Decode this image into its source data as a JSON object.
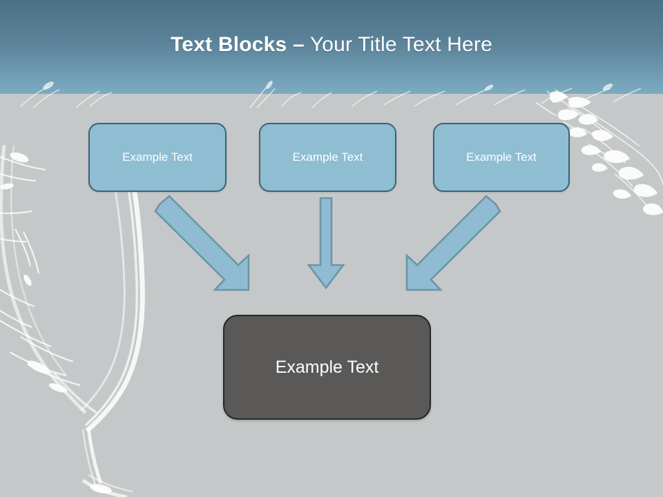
{
  "slide": {
    "title_bold": "Text Blocks –",
    "title_light": " Your Title Text Here",
    "background_color": "#c5c8c9",
    "header_gradient_top": "#4a7186",
    "header_gradient_bottom": "#7dabc0"
  },
  "top_boxes": [
    {
      "label": "Example Text",
      "fill": "#8fbdd2",
      "border": "#3b6278",
      "text_color": "#ffffff"
    },
    {
      "label": "Example Text",
      "fill": "#8fbdd2",
      "border": "#3b6278",
      "text_color": "#ffffff"
    },
    {
      "label": "Example Text",
      "fill": "#8fbdd2",
      "border": "#3b6278",
      "text_color": "#ffffff"
    }
  ],
  "arrows": [
    {
      "name": "arrow-down-right",
      "direction": "down-right",
      "fill": "#8fbcd2",
      "border": "#6d93a6"
    },
    {
      "name": "arrow-down",
      "direction": "down",
      "fill": "#8fbcd2",
      "border": "#6d93a6"
    },
    {
      "name": "arrow-down-left",
      "direction": "down-left",
      "fill": "#8fbcd2",
      "border": "#6d93a6"
    }
  ],
  "bottom_box": {
    "label": "Example Text",
    "fill": "#5a5958",
    "border": "#26262a",
    "text_color": "#ffffff"
  },
  "decorations": {
    "glass": "champagne-flute-watermark",
    "splash": "water-splash-watermark"
  }
}
